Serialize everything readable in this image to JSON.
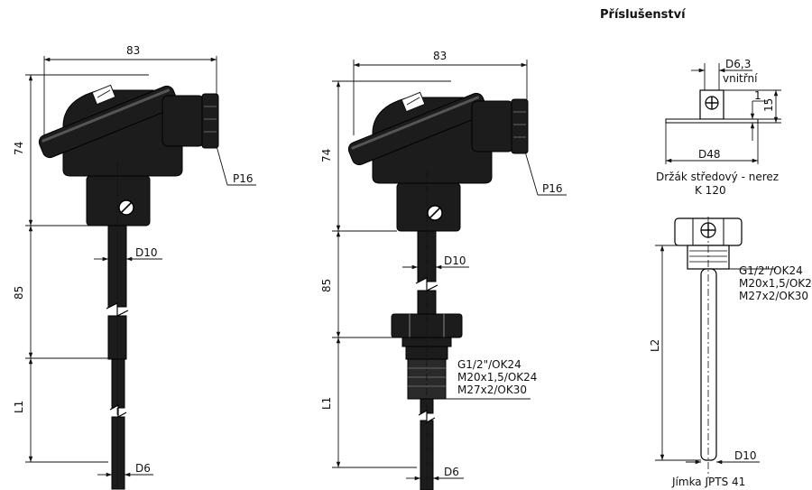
{
  "header": {
    "title": "Příslušenství"
  },
  "colors": {
    "ink": "#1c1c1c",
    "line": "#111111",
    "background": "#ffffff"
  },
  "left_drawing": {
    "width_label": "83",
    "head_height_label": "74",
    "stem_label": "85",
    "insert_label": "L1",
    "gland_label": "P16",
    "stem_diameter_label": "D10",
    "tip_diameter_label": "D6"
  },
  "middle_drawing": {
    "width_label": "83",
    "head_height_label": "74",
    "stem_label": "85",
    "insert_label": "L1",
    "gland_label": "P16",
    "stem_diameter_label": "D10",
    "tip_diameter_label": "D6",
    "threads": [
      "G1/2\"/OK24",
      "M20x1,5/OK24",
      "M27x2/OK30"
    ]
  },
  "holder": {
    "inner_diameter_label": "D6,3",
    "inner_note": "vnitřní",
    "thickness_label": "1",
    "height_label": "15",
    "base_diameter_label": "D48",
    "caption_line1": "Držák středový - nerez",
    "caption_line2": "K 120"
  },
  "thermowell": {
    "threads": [
      "G1/2\"/OK24",
      "M20x1,5/OK24",
      "M27x2/OK30"
    ],
    "length_label": "L2",
    "diameter_label": "D10",
    "caption": "Jímka JPTS 41"
  }
}
